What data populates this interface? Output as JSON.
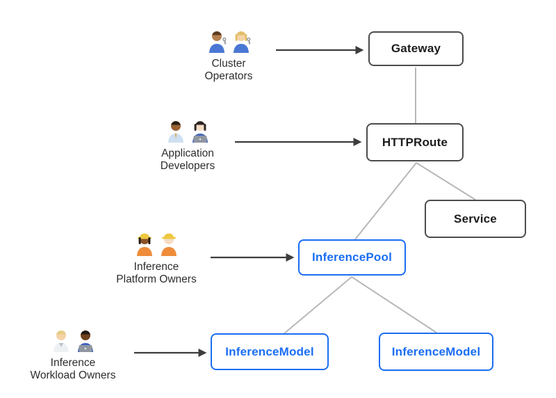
{
  "colors": {
    "accent_blue": "#1a6ef2",
    "box_border": "#4c4c4c",
    "box_text": "#1c1c1c",
    "connector_gray": "#b7b7b7",
    "arrow_dark": "#3d3d3d",
    "label_text": "#2d2d2d",
    "background": "#ffffff"
  },
  "nodes": {
    "gateway": {
      "label": "Gateway"
    },
    "httproute": {
      "label": "HTTPRoute"
    },
    "service": {
      "label": "Service"
    },
    "inference_pool": {
      "label": "InferencePool"
    },
    "inference_model_left": {
      "label": "InferenceModel"
    },
    "inference_model_right": {
      "label": "InferenceModel"
    }
  },
  "actors": {
    "cluster_operators": {
      "line1": "Cluster",
      "line2": "Operators",
      "emoji": "👨🏽‍🔧 👩🏼‍🔧",
      "people": [
        {
          "name": "man-mechanic-emoji",
          "skin": "#b5804e",
          "hair": "#5b3a21",
          "shirt": "#4a77d4",
          "accessory": "wrench",
          "long_hair": false
        },
        {
          "name": "woman-mechanic-emoji",
          "skin": "#f4d3a7",
          "hair": "#e3bf6b",
          "shirt": "#4a77d4",
          "accessory": "wrench",
          "long_hair": true
        }
      ]
    },
    "application_developers": {
      "line1": "Application",
      "line2": "Developers",
      "emoji": "👨🏾‍💼 👩🏻‍💻",
      "people": [
        {
          "name": "man-office-worker-emoji",
          "skin": "#9a6233",
          "hair": "#2a2019",
          "shirt": "#cfe0f2",
          "accessory": "tie",
          "long_hair": false
        },
        {
          "name": "woman-technologist-emoji",
          "skin": "#f6ddc4",
          "hair": "#2b2522",
          "shirt": "#4465bd",
          "accessory": "laptop",
          "long_hair": true
        }
      ]
    },
    "inference_platform_owners": {
      "line1": "Inference",
      "line2": "Platform Owners",
      "emoji": "👷🏾‍♀️ 👷🏻",
      "people": [
        {
          "name": "woman-construction-worker-emoji",
          "skin": "#8c5327",
          "hair": "#241a13",
          "shirt": "#ef8c3a",
          "accessory": "helmet",
          "long_hair": true
        },
        {
          "name": "man-construction-worker-emoji",
          "skin": "#f6dcc2",
          "hair": "#b5854c",
          "shirt": "#ef8c3a",
          "accessory": "helmet",
          "long_hair": false
        }
      ]
    },
    "inference_workload_owners": {
      "line1": "Inference",
      "line2": "Workload Owners",
      "emoji": "🧑🏼‍⚕️ 👨🏿‍💻",
      "people": [
        {
          "name": "health-worker-emoji",
          "skin": "#f4d3a7",
          "hair": "#e6cc82",
          "shirt": "#eef1f4",
          "accessory": "coat",
          "long_hair": false
        },
        {
          "name": "man-technologist-emoji",
          "skin": "#70401c",
          "hair": "#1f1a16",
          "shirt": "#3e5fc0",
          "accessory": "laptop",
          "long_hair": false
        }
      ]
    }
  }
}
